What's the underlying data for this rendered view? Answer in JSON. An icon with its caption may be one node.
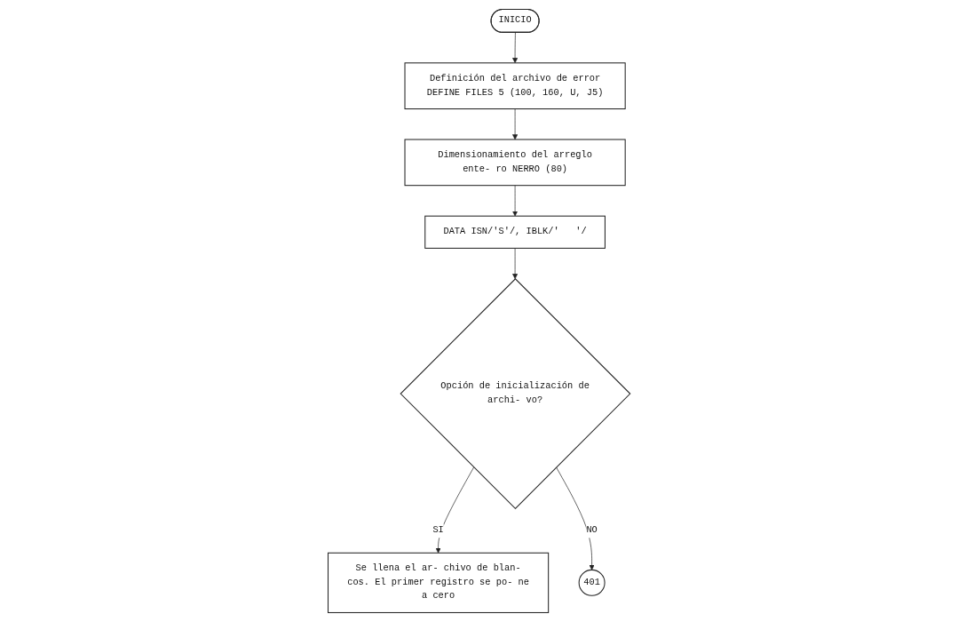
{
  "diagram": {
    "nodes": [
      {
        "text": [
          "INICIO"
        ]
      },
      {
        "text": [
          "Definición del archivo de error DEFINE FILES 5 (100, 160, U, J5)"
        ]
      },
      {
        "text": [
          "Dimensionamiento del arreglo ente- ro NERRO (80)"
        ]
      },
      {
        "text": [
          "DATA ISN/'S'/, IBLK/'   '/"
        ]
      },
      {
        "text": [
          "Opción de inicialización de archi- vo?"
        ]
      },
      {
        "text": [
          "Se llena el ar- chivo de blan- cos. El primer registro se po- ne a cero"
        ]
      },
      {
        "text": [
          "401"
        ]
      }
    ],
    "edges": [
      {
        "from": 0,
        "to": 1,
        "arrow": "to"
      },
      {
        "from": 1,
        "to": 2,
        "arrow": "to"
      },
      {
        "from": 2,
        "to": 3,
        "arrow": "to"
      },
      {
        "from": 3,
        "to": 4,
        "arrow": "to"
      },
      {
        "from": 4,
        "to": 5,
        "arrow": "to",
        "label": "SI"
      },
      {
        "from": 4,
        "to": 6,
        "arrow": "to",
        "label": "NO"
      }
    ]
  }
}
